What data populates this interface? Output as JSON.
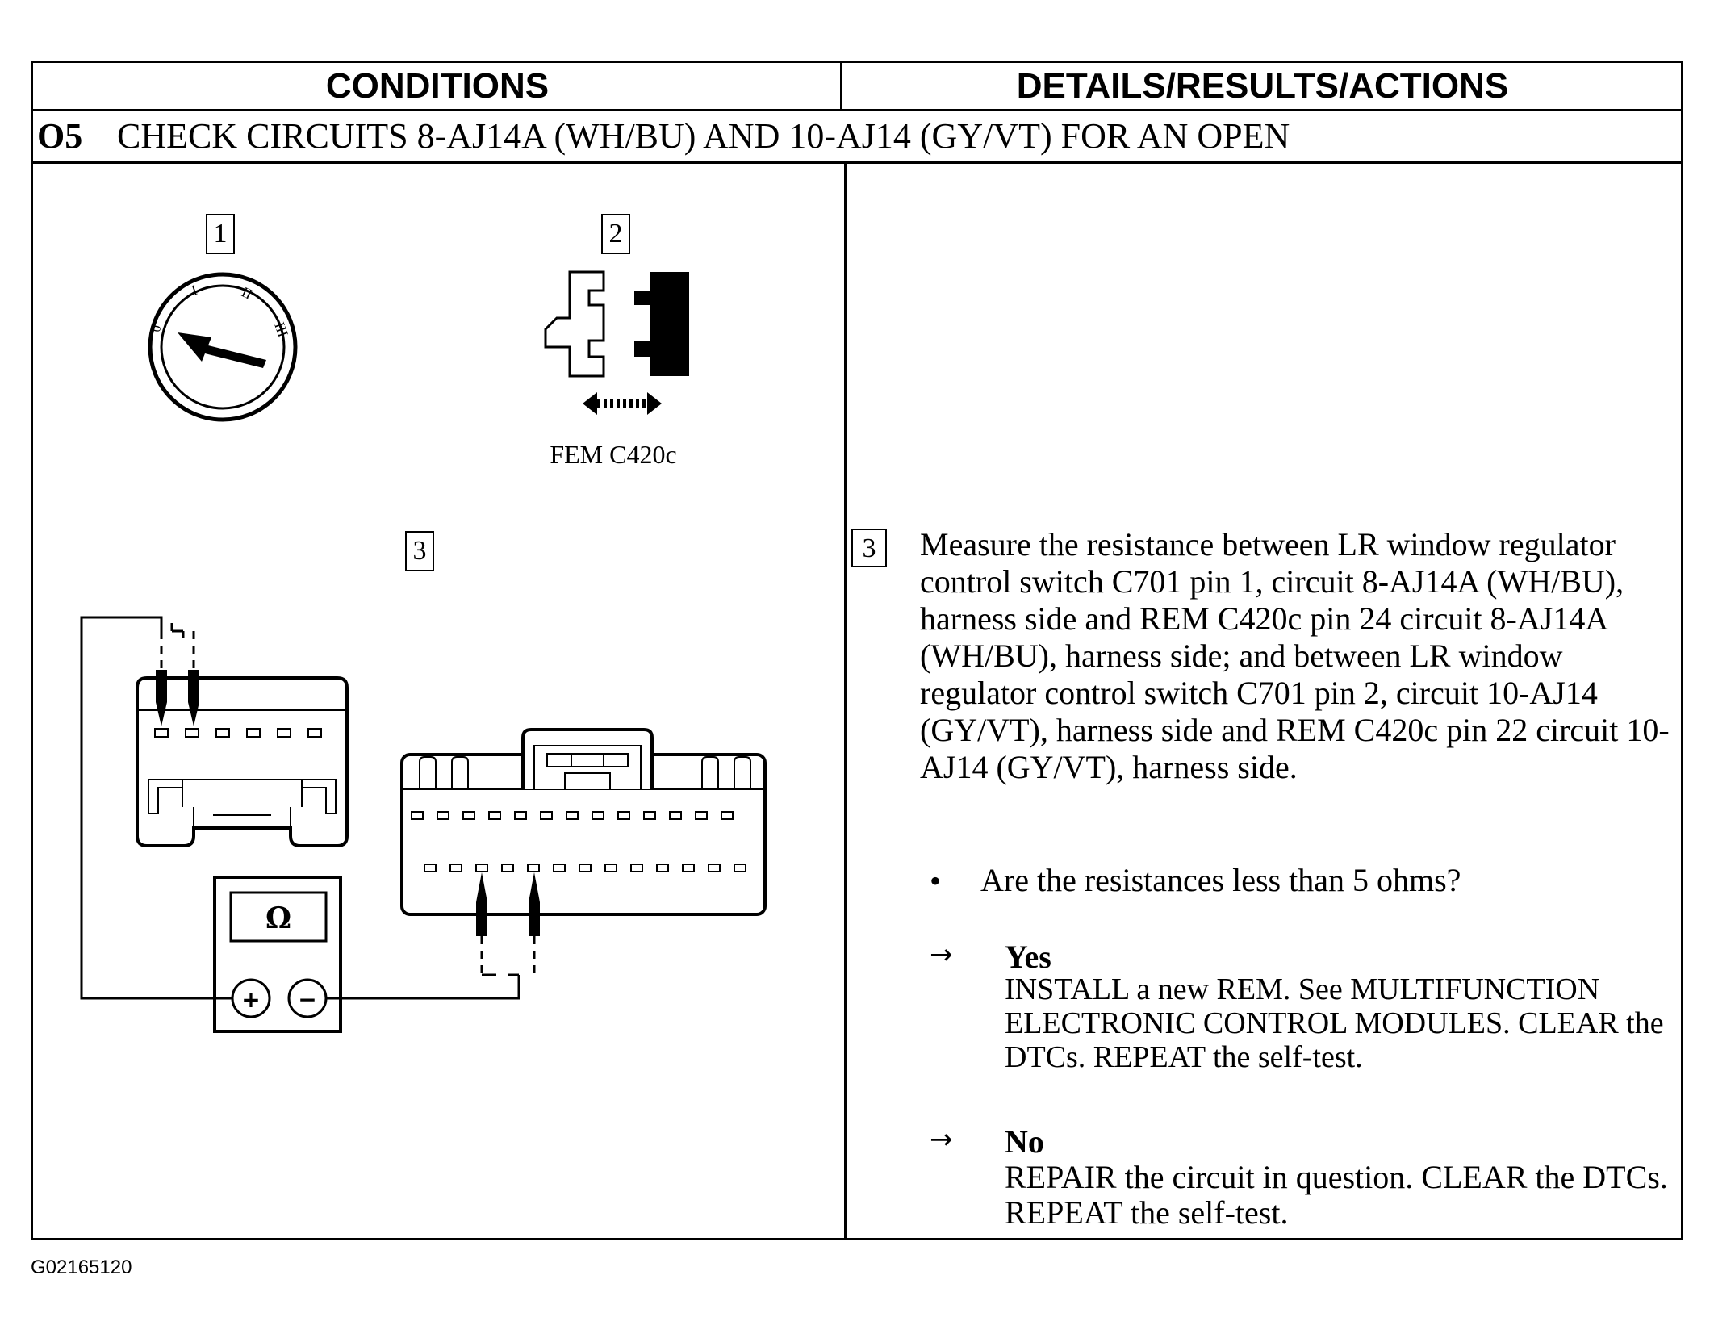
{
  "header": {
    "conditions": "CONDITIONS",
    "details": "DETAILS/RESULTS/ACTIONS"
  },
  "step": {
    "number": "O5",
    "title": "CHECK CIRCUITS 8-AJ14A (WH/BU) AND 10-AJ14 (GY/VT) FOR AN OPEN"
  },
  "diagram": {
    "callouts": [
      "1",
      "2",
      "3"
    ],
    "ignition_marks": [
      "0",
      "I",
      "II",
      "III"
    ],
    "connector_label": "FEM C420c",
    "meter_symbol": "Ω",
    "meter_plus": "+",
    "meter_minus": "−"
  },
  "details": {
    "callout": "3",
    "measure_text": "Measure the resistance between LR window regulator control switch C701 pin 1, circuit 8-AJ14A (WH/BU), harness side and REM C420c pin 24 circuit 8-AJ14A (WH/BU), harness side; and between LR window regulator control switch C701 pin 2, circuit 10-AJ14 (GY/VT), harness side and REM C420c pin 22 circuit 10-AJ14 (GY/VT), harness side.",
    "bullet": "•",
    "question": "Are the resistances less than 5 ohms?",
    "arrow": "→",
    "yes_label": "Yes",
    "yes_text": "INSTALL a new REM. See MULTIFUNCTION ELECTRONIC CONTROL MODULES. CLEAR the DTCs. REPEAT the self-test.",
    "no_label": "No",
    "no_text": "REPAIR the circuit in question. CLEAR the DTCs. REPEAT the self-test."
  },
  "figure_code": "G02165120"
}
